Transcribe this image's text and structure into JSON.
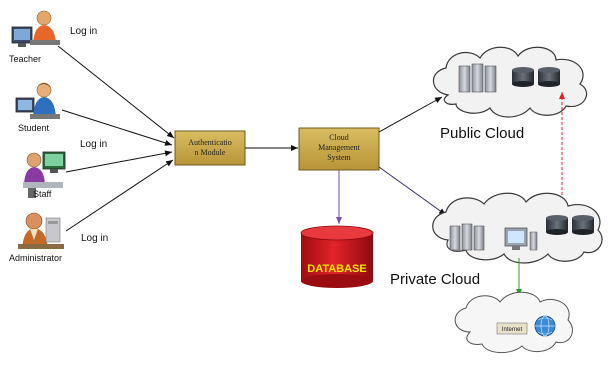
{
  "users": [
    {
      "role": "Teacher",
      "login": "Log in",
      "icon": "teacher-at-computer-icon"
    },
    {
      "role": "Student",
      "login": "",
      "icon": "student-icon"
    },
    {
      "role": "Staff",
      "login": "Log in",
      "icon": "staff-at-computer-icon"
    },
    {
      "role": "Administrator",
      "login": "Log in",
      "icon": "administrator-at-desk-icon"
    }
  ],
  "auth_module": {
    "line1": "Authenticatio",
    "line2": "n Module"
  },
  "cms": {
    "line1": "Cloud",
    "line2": "Management",
    "line3": "System"
  },
  "database": {
    "label": "DATABASE"
  },
  "public_cloud": {
    "label": "Public Cloud"
  },
  "private_cloud": {
    "label": "Private Cloud"
  },
  "internet": {
    "label": "Internet"
  },
  "colors": {
    "box_fill": "#c8a84b",
    "box_stroke": "#6e5a1e",
    "db_red": "#d0161b",
    "db_text": "#ffe600",
    "link_red": "#e02020",
    "link_green": "#2aa02a",
    "link_purple": "#7a4fb0",
    "cloud_fill": "#f2f2f2"
  }
}
